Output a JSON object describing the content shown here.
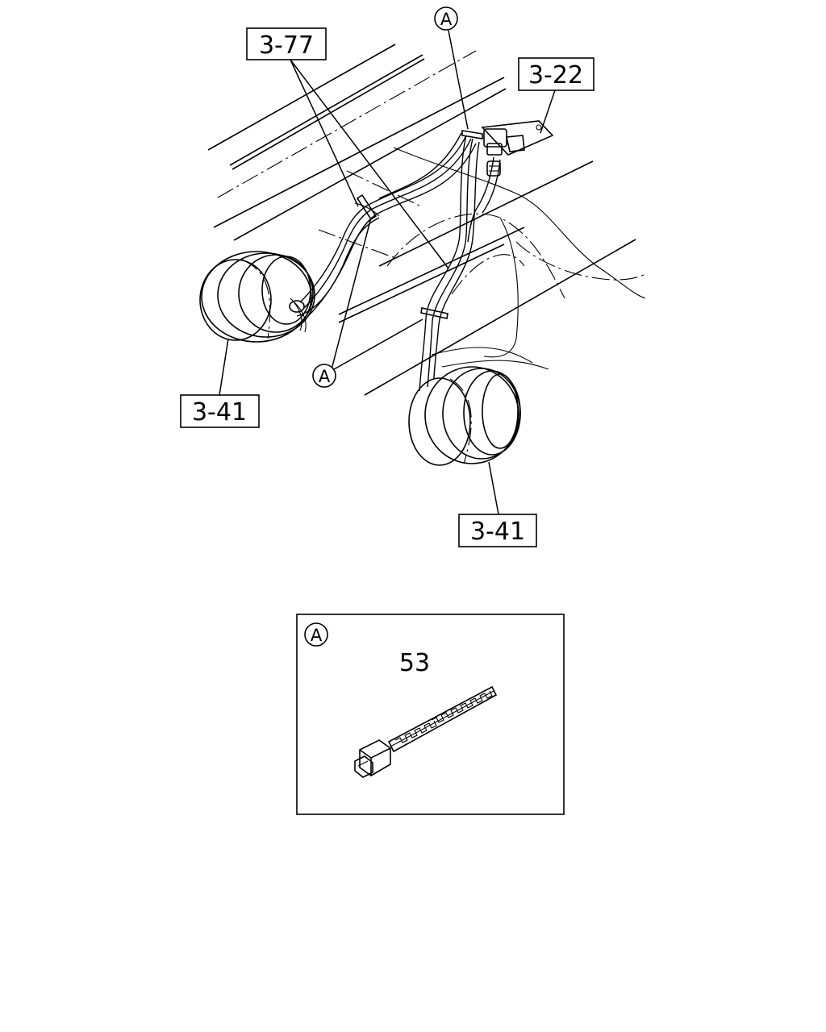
{
  "labels": {
    "ref_3_77": "3-77",
    "ref_3_22": "3-22",
    "ref_3_41_left": "3-41",
    "ref_3_41_right": "3-41",
    "callout_a_top": "A",
    "callout_a_mid": "A",
    "detail_a": "A",
    "part_53": "53"
  }
}
